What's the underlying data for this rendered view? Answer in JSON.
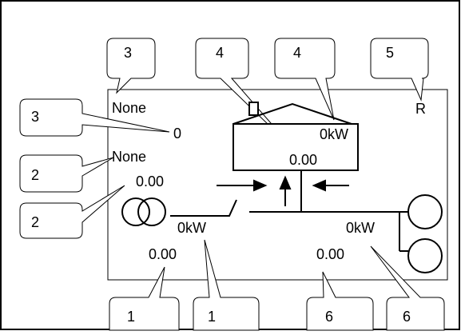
{
  "callouts": {
    "top_left_3": "3",
    "top_mid_4a": "4",
    "top_mid_4b": "4",
    "top_right_5": "5",
    "left_3": "3",
    "left_2a": "2",
    "left_2b": "2",
    "bottom_1a": "1",
    "bottom_1b": "1",
    "bottom_6a": "6",
    "bottom_6b": "6"
  },
  "panel": {
    "grid_name": "None",
    "grid_count": "0",
    "transformer_name": "None",
    "transformer_value": "0.00",
    "phase_indicator": "R",
    "house_kw": "0kW",
    "house_value": "0.00",
    "grid_kw": "0kW",
    "grid_value": "0.00",
    "generator_kw": "0kW",
    "generator_value": "0.00"
  }
}
